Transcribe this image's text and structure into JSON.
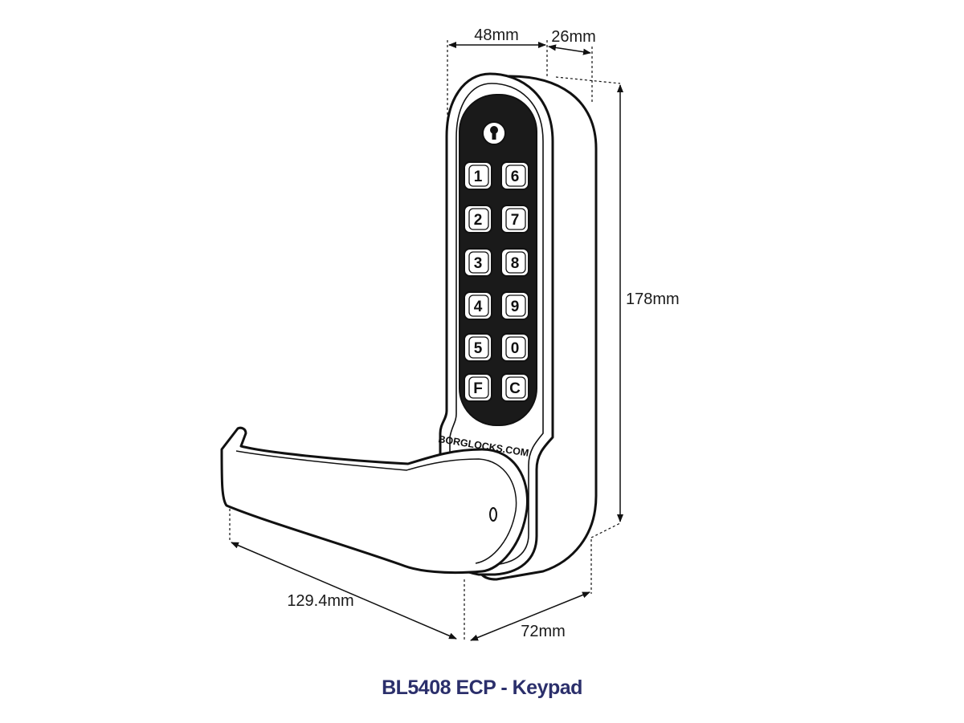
{
  "dimensions": {
    "width_front": "48mm",
    "depth_body": "26mm",
    "height": "178mm",
    "handle_length": "129.4mm",
    "base_depth": "72mm"
  },
  "keypad": {
    "keys": [
      "1",
      "6",
      "2",
      "7",
      "3",
      "8",
      "4",
      "9",
      "5",
      "0",
      "F",
      "C"
    ]
  },
  "brand": "BORGLOCKS.COM",
  "caption": "BL5408 ECP - Keypad",
  "colors": {
    "caption": "#2b2f6b",
    "outline": "#111111",
    "keypad_panel": "#1a1a1a",
    "key_face": "#ffffff"
  }
}
